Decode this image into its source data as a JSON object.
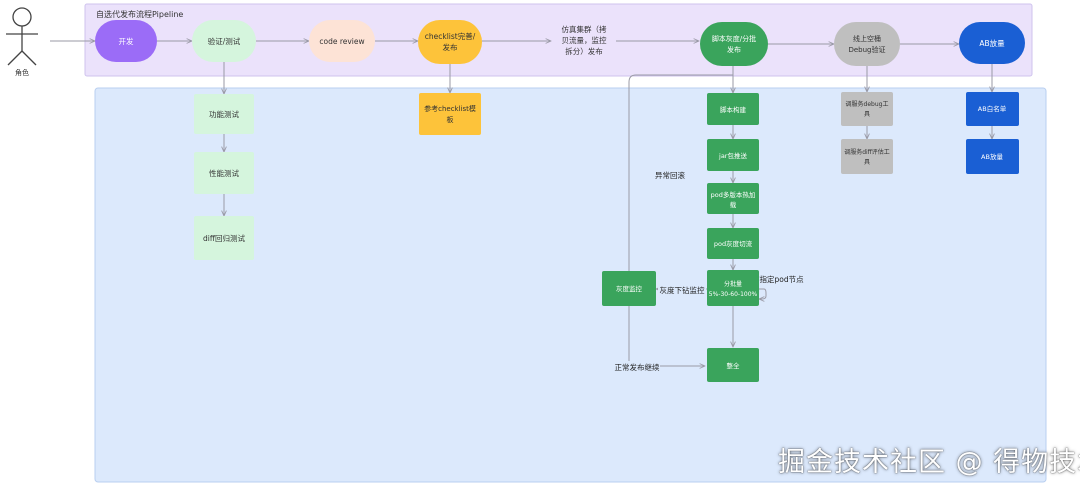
{
  "pipeline_title": "自选代发布流程Pipeline",
  "actor": {
    "label": "角色"
  },
  "pipeline": {
    "dev": "开发",
    "verify": "验证/测试",
    "code_review": "code review",
    "checklist": [
      "checklist完善/",
      "发布"
    ],
    "simulation": [
      "仿真集群（拷",
      "贝流量，监控",
      "拆分）发布"
    ],
    "script_release": [
      "脚本灰度/分批",
      "发布"
    ],
    "online_debug": [
      "线上空桶",
      "Debug验证"
    ],
    "ab": "AB放量"
  },
  "test_steps": {
    "functional": "功能测试",
    "performance": "性能测试",
    "diff_regression": "diff回归测试"
  },
  "checklist_ref": [
    "参考checklist模",
    "板"
  ],
  "script_steps": {
    "build": "脚本构建",
    "jar_push": "jar包推送",
    "pod_load": [
      "pod多版本热加",
      "载"
    ],
    "pod_switch": "pod灰度切流",
    "batch": [
      "分批量",
      "5%-30-60-100%"
    ],
    "full": "整全"
  },
  "gray_monitor": "灰度监控",
  "labels": {
    "abnormal_rollback": "异常回滚",
    "gray_drill": "灰度下钻监控",
    "specify_pod": "可指定pod节点",
    "normal_continue": "正常发布继续"
  },
  "debug_steps": {
    "debug_tool": [
      "调服务debug工",
      "具"
    ],
    "diff_tool": [
      "调服务diff评估工",
      "具"
    ]
  },
  "ab_steps": {
    "whitelist": "AB白名单",
    "release": "AB放量"
  },
  "watermark": "掘金技术社区 @ 得物技术",
  "colors": {
    "lane_purple": "#ebe2fb",
    "lane_blue": "#dce9fc",
    "dev_purple": "#9b6cf7",
    "mint": "#d5f5dd",
    "peach": "#fde3d6",
    "amber": "#fdc33a",
    "green": "#3aa45c",
    "gray": "#bfbfbf",
    "blue": "#1a5fd4"
  }
}
